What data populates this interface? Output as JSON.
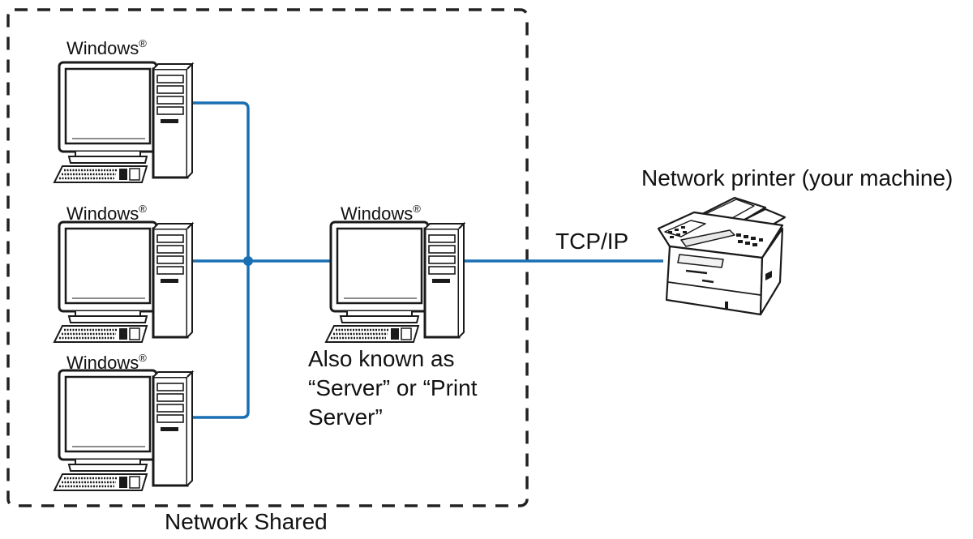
{
  "colors": {
    "link": "#1a6fb3",
    "boundary": "#222222",
    "device_fill": "#ffffff",
    "device_stroke": "#1a1a1a",
    "screen": "#ffffff"
  },
  "network_group": {
    "caption": "Network Shared",
    "client_pcs": [
      {
        "os_label": "Windows",
        "mark": "®",
        "icon": "desktop-computer-icon"
      },
      {
        "os_label": "Windows",
        "mark": "®",
        "icon": "desktop-computer-icon"
      },
      {
        "os_label": "Windows",
        "mark": "®",
        "icon": "desktop-computer-icon"
      }
    ],
    "server": {
      "os_label": "Windows",
      "mark": "®",
      "icon": "desktop-computer-icon",
      "note_lines": [
        "Also known as",
        "“Server” or “Print",
        "Server”"
      ]
    }
  },
  "connection": {
    "protocol_label": "TCP/IP"
  },
  "printer": {
    "label": "Network printer (your machine)",
    "icon": "multifunction-printer-icon"
  }
}
